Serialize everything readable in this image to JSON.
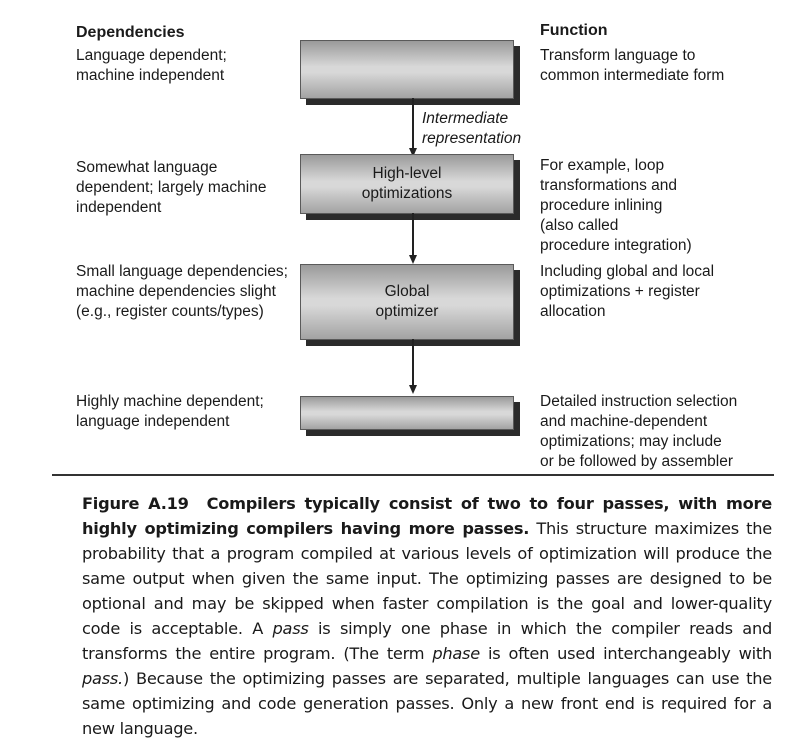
{
  "headers": {
    "dependencies": "Dependencies",
    "function": "Function"
  },
  "rows": [
    {
      "dependency": "Language dependent;\nmachine independent",
      "box_label": "",
      "function": "Transform language to\ncommon intermediate form"
    },
    {
      "dependency": "Somewhat language\ndependent; largely machine\nindependent",
      "box_label": "High-level\noptimizations",
      "function": "For example, loop\ntransformations and\nprocedure inlining\n(also called\nprocedure integration)"
    },
    {
      "dependency": "Small language dependencies;\nmachine dependencies slight\n(e.g., register counts/types)",
      "box_label": "Global\noptimizer",
      "function": "Including global and local\noptimizations + register\nallocation"
    },
    {
      "dependency": "Highly machine dependent;\nlanguage independent",
      "box_label": "",
      "function": "Detailed instruction selection\nand machine-dependent\noptimizations; may include\nor be followed by assembler"
    }
  ],
  "arrow_label": "Intermediate\nrepresentation",
  "caption": {
    "figure_label": "Figure A.19",
    "bold_text": "Compilers typically consist of two to four passes, with more highly optimizing compilers having more passes.",
    "text_1": "This structure maximizes the probability that a program compiled at various levels of optimization will produce the same output when given the same input. The optimizing passes are designed to be optional and may be skipped when faster compilation is the goal and lower-quality code is acceptable. A",
    "term_pass": "pass",
    "text_2": "is simply one phase in which the compiler reads and transforms the entire program. (The term",
    "term_phase": "phase",
    "text_3": "is often used interchangeably with",
    "term_pass_2": "pass.",
    "text_4": ") Because the optimizing passes are separated, multiple languages can use the same optimizing and code generation passes. Only a new front end is required for a new language."
  }
}
